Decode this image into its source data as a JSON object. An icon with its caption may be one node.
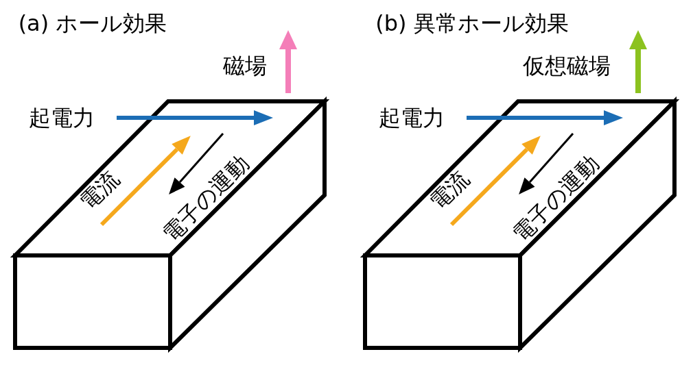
{
  "diagram": {
    "labels": [
      "(a) ホール効果",
      "磁場",
      "起電力",
      "電流",
      "電子の運動",
      "(b) 異常ホール効果",
      "仮想磁場",
      "起電力",
      "電流",
      "電子の運動"
    ]
  }
}
